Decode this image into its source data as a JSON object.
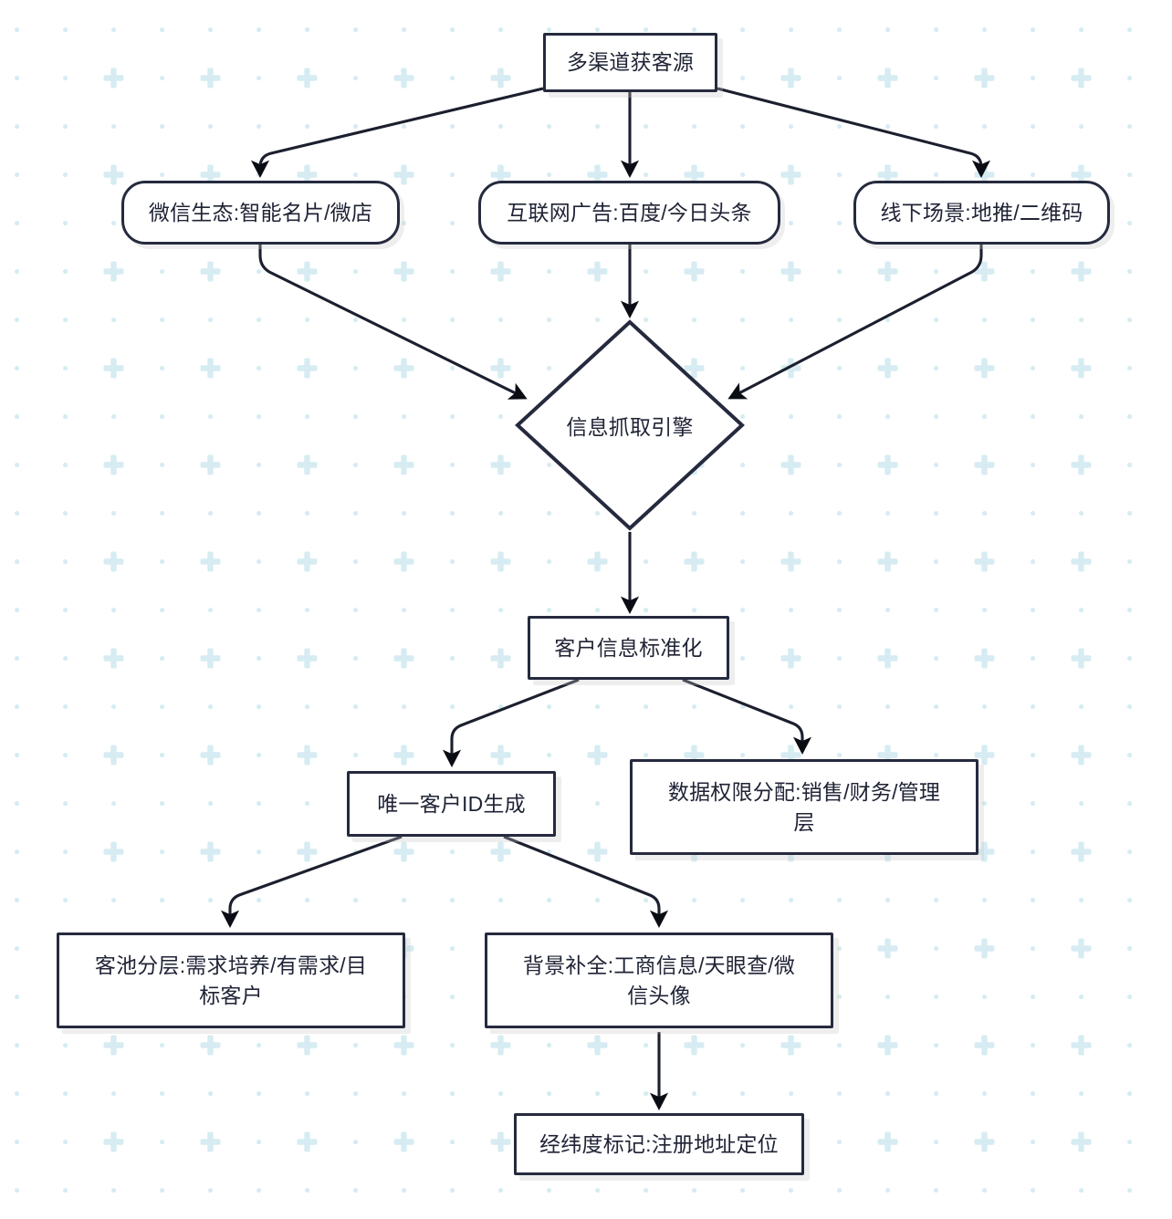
{
  "diagram": {
    "type": "flowchart",
    "direction": "top-down",
    "theme": {
      "background": "#ffffff",
      "grid_dot_color": "#d6ecf2",
      "grid_plus_color": "#d6ecf2",
      "node_border": "#252a3e",
      "node_fill": "#ffffff",
      "text_color": "#1f2335",
      "edge_color": "#1b1f2e",
      "shadow_color": "#c8c8c8"
    },
    "nodes": [
      {
        "id": "n1",
        "shape": "rect",
        "label": "多渠道获客源"
      },
      {
        "id": "n2",
        "shape": "rounded",
        "label": "微信生态:智能名片/微店"
      },
      {
        "id": "n3",
        "shape": "rounded",
        "label": "互联网广告:百度/今日头条"
      },
      {
        "id": "n4",
        "shape": "rounded",
        "label": "线下场景:地推/二维码"
      },
      {
        "id": "n5",
        "shape": "diamond",
        "label": "信息抓取引擎"
      },
      {
        "id": "n6",
        "shape": "rect",
        "label": "客户信息标准化"
      },
      {
        "id": "n7",
        "shape": "rect",
        "label": "唯一客户ID生成"
      },
      {
        "id": "n8",
        "shape": "rect",
        "label": "数据权限分配:销售/财务/管理\n层"
      },
      {
        "id": "n9",
        "shape": "rect",
        "label": "客池分层:需求培养/有需求/目\n标客户"
      },
      {
        "id": "n10",
        "shape": "rect",
        "label": "背景补全:工商信息/天眼查/微\n信头像"
      },
      {
        "id": "n11",
        "shape": "rect",
        "label": "经纬度标记:注册地址定位"
      }
    ],
    "edges": [
      {
        "from": "n1",
        "to": "n2",
        "label": ""
      },
      {
        "from": "n1",
        "to": "n3",
        "label": ""
      },
      {
        "from": "n1",
        "to": "n4",
        "label": ""
      },
      {
        "from": "n2",
        "to": "n5",
        "label": ""
      },
      {
        "from": "n3",
        "to": "n5",
        "label": ""
      },
      {
        "from": "n4",
        "to": "n5",
        "label": ""
      },
      {
        "from": "n5",
        "to": "n6",
        "label": ""
      },
      {
        "from": "n6",
        "to": "n7",
        "label": ""
      },
      {
        "from": "n6",
        "to": "n8",
        "label": ""
      },
      {
        "from": "n7",
        "to": "n9",
        "label": ""
      },
      {
        "from": "n7",
        "to": "n10",
        "label": ""
      },
      {
        "from": "n10",
        "to": "n11",
        "label": ""
      }
    ]
  }
}
